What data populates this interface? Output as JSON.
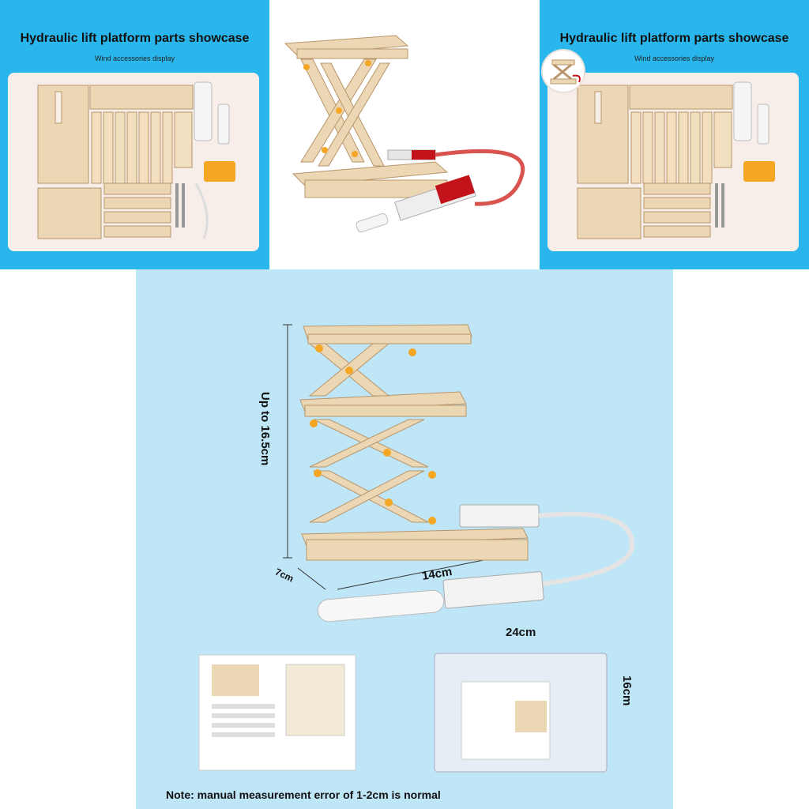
{
  "showcase": {
    "title": "Hydraulic lift platform parts showcase",
    "subtitle": "Wind accessories display"
  },
  "dimensions": {
    "height": "Up to 16.5cm",
    "depth": "7cm",
    "width": "14cm",
    "manual_width": "24cm",
    "bag_height": "16cm"
  },
  "note": "Note: manual measurement error of 1-2cm is normal",
  "colors": {
    "cyan": "#29b6ec",
    "light_blue": "#bfe6f7",
    "wood": "#ecd7b4",
    "liquid": "#c2121a",
    "peg": "#f5a623"
  }
}
